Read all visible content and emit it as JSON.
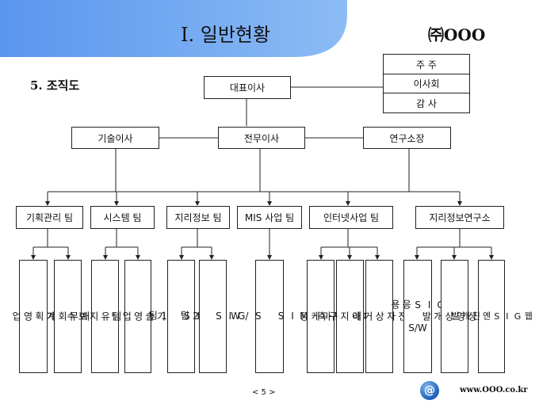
{
  "header": {
    "title": "I. 일반현황",
    "company": "㈜OOO"
  },
  "section_title": "5. 조직도",
  "stack": {
    "shareholders": "주 주",
    "board": "이사회",
    "auditor": "감 사"
  },
  "ceo": "대표이사",
  "executives": {
    "tech_director": "기술이사",
    "managing_director": "전무이사",
    "research_head": "연구소장"
  },
  "teams": {
    "planning": "기획관리 팀",
    "systems": "시스템 팀",
    "geo": "지리정보 팀",
    "mis": "MIS 사업 팀",
    "internet": "인터넷사업 팀",
    "lab": "지리정보연구소"
  },
  "units": {
    "planning_sales": "기\n획\n영\n업",
    "accounting": "재\n무\n회\n계",
    "sys_maint": "시\n스\n템\n유\n지\n보\n수",
    "tech_sales": "기\n술\n영\n업\n팀",
    "gis1": "G\nI\nS\n\n1\n팀",
    "gis2": "G\nI\nS\n\n2\n팀",
    "mis_sw": "M\nI\nS\n\nS\n/\nW",
    "web_marketing": "웹\n마\n케\n팅",
    "homepage": "홈\n페\n이\n지\n구\n축",
    "ecommerce": "전\n자\n상\n거\n래",
    "gis_app_a": "G\nI\nS\n응\n용",
    "gis_app_b": "S/W",
    "satellite": "위\n성\n영\n상\n개\n발",
    "webgis": "웹\nG\nI\nS\n엔\n진\n개\n발"
  },
  "footer": {
    "page": "< 5 >",
    "icon_label": "@",
    "url": "www.OOO.co.kr"
  }
}
